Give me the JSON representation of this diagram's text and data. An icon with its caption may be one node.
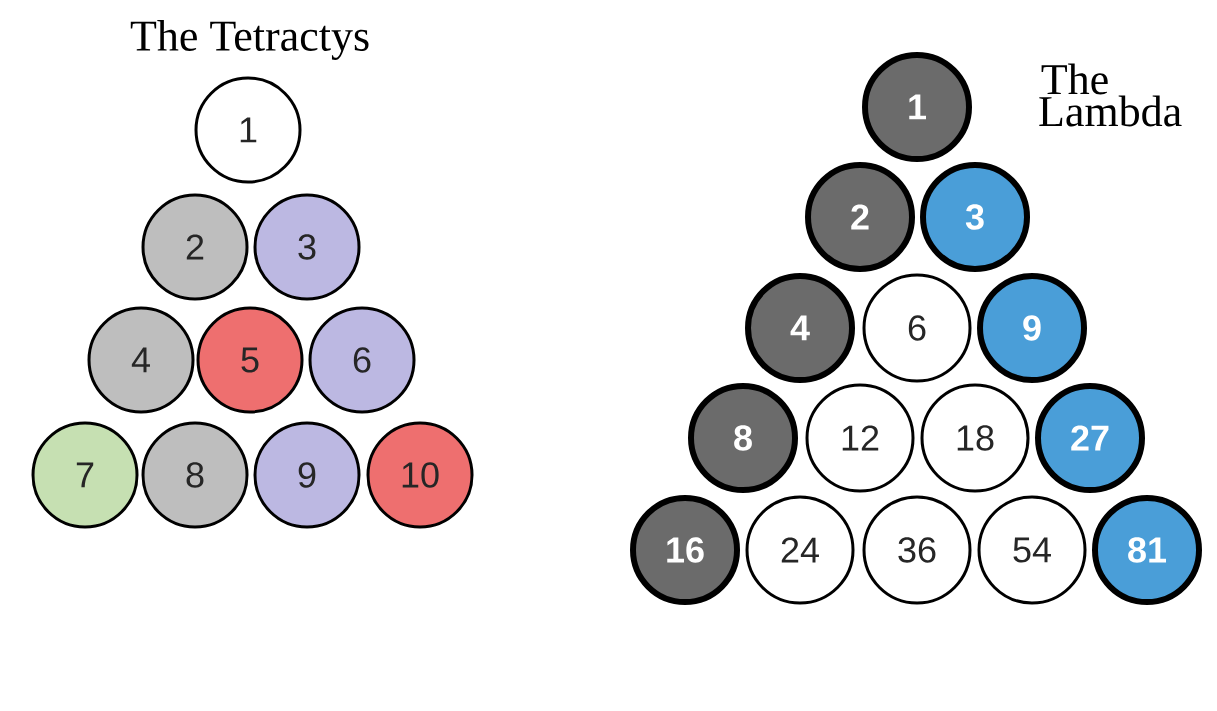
{
  "diagram": {
    "nodes": [
      {
        "text": [
          "1"
        ]
      },
      {
        "text": [
          "2"
        ]
      },
      {
        "text": [
          "3"
        ]
      },
      {
        "text": [
          "4"
        ]
      },
      {
        "text": [
          "5"
        ]
      },
      {
        "text": [
          "6"
        ]
      },
      {
        "text": [
          "7"
        ]
      },
      {
        "text": [
          "8"
        ]
      },
      {
        "text": [
          "9"
        ]
      },
      {
        "text": [
          "10"
        ]
      },
      {
        "text": [
          "1"
        ]
      },
      {
        "text": [
          "2"
        ]
      },
      {
        "text": [
          "3"
        ]
      },
      {
        "text": [
          "4"
        ]
      },
      {
        "text": [
          "6"
        ]
      },
      {
        "text": [
          "9"
        ]
      },
      {
        "text": [
          "8"
        ]
      },
      {
        "text": [
          "12"
        ]
      },
      {
        "text": [
          "18"
        ]
      },
      {
        "text": [
          "27"
        ]
      },
      {
        "text": [
          "16"
        ]
      },
      {
        "text": [
          "24"
        ]
      },
      {
        "text": [
          "36"
        ]
      },
      {
        "text": [
          "54"
        ]
      },
      {
        "text": [
          "81"
        ]
      }
    ],
    "labels": [
      "The Tetractys",
      "The Lambda"
    ]
  }
}
